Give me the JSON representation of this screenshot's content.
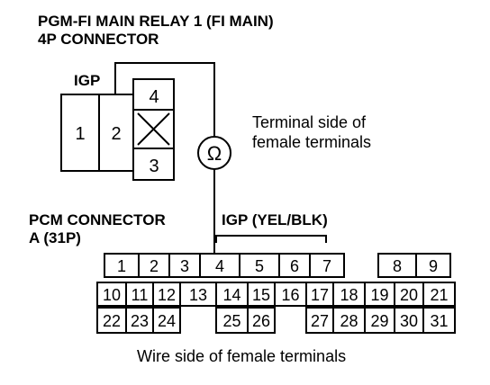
{
  "relay": {
    "title_line1": "PGM-FI MAIN RELAY 1 (FI MAIN)",
    "title_line2": "4P CONNECTOR",
    "igp_label": "IGP",
    "terminals": [
      "1",
      "2",
      "4",
      "3"
    ]
  },
  "meter": {
    "symbol": "Ω"
  },
  "notes": {
    "terminal_side_line1": "Terminal side of",
    "terminal_side_line2": "female terminals",
    "wire_side": "Wire side of female terminals"
  },
  "pcm": {
    "title_line1": "PCM CONNECTOR",
    "title_line2": "A (31P)",
    "wire_label": "IGP (YEL/BLK)",
    "row1": [
      "1",
      "2",
      "3",
      "4",
      "5",
      "6",
      "7",
      "8",
      "9"
    ],
    "row2": [
      "10",
      "11",
      "12",
      "13",
      "14",
      "15",
      "16",
      "17",
      "18",
      "19",
      "20",
      "21"
    ],
    "row3": [
      "22",
      "23",
      "24",
      "25",
      "26",
      "27",
      "28",
      "29",
      "30",
      "31"
    ]
  }
}
